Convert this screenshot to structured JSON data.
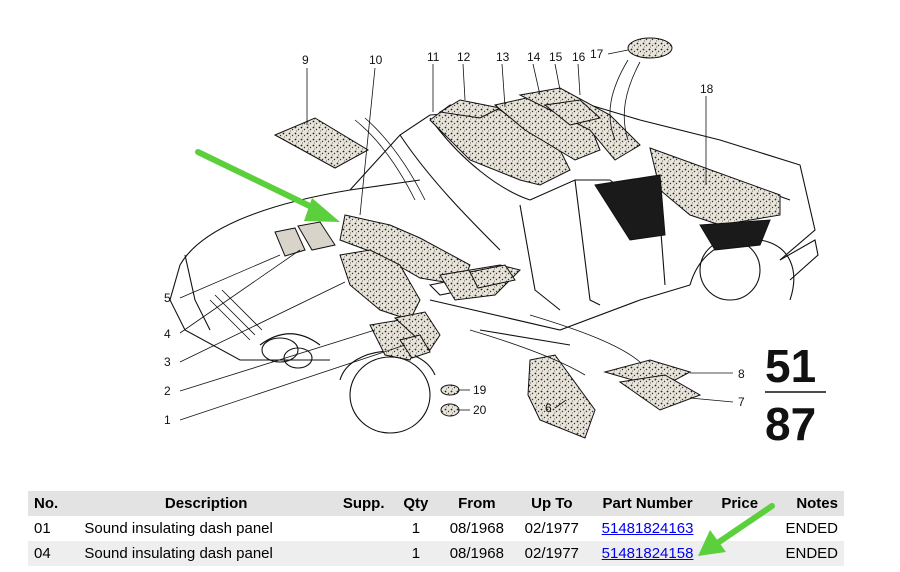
{
  "diagram": {
    "callouts": [
      "1",
      "2",
      "3",
      "4",
      "5",
      "6",
      "7",
      "8",
      "9",
      "10",
      "11",
      "12",
      "13",
      "14",
      "15",
      "16",
      "17",
      "18",
      "19",
      "20"
    ],
    "page_number": {
      "top": "51",
      "bottom": "87"
    },
    "highlight_arrow_color": "#5ccf3c"
  },
  "table": {
    "headers": {
      "no": "No.",
      "description": "Description",
      "supp": "Supp.",
      "qty": "Qty",
      "from": "From",
      "up_to": "Up To",
      "part_number": "Part Number",
      "price": "Price",
      "notes": "Notes"
    },
    "rows": [
      {
        "no": "01",
        "description": "Sound insulating dash panel",
        "supp": "",
        "qty": "1",
        "from": "08/1968",
        "up_to": "02/1977",
        "part_number": "51481824163",
        "price": "",
        "notes": "ENDED"
      },
      {
        "no": "04",
        "description": "Sound insulating dash panel",
        "supp": "",
        "qty": "1",
        "from": "08/1968",
        "up_to": "02/1977",
        "part_number": "51481824158",
        "price": "",
        "notes": "ENDED"
      }
    ]
  },
  "colors": {
    "link": "#0000ee",
    "header_bg": "#e3e3e3",
    "alt_row_bg": "#eeeeee",
    "arrow": "#5ccf3c"
  }
}
